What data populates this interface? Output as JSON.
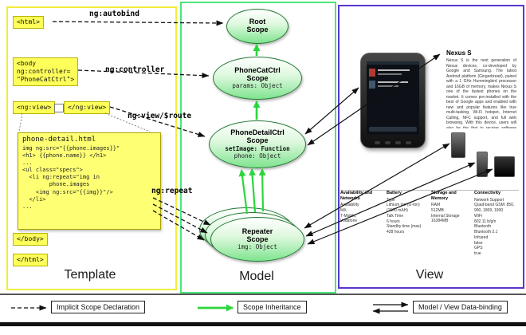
{
  "template": {
    "panel_label": "Template",
    "html_open": "<html>",
    "body_open_lines": [
      "<body",
      "ng:controller=",
      "\"PhoneCatCtrl\">"
    ],
    "ngview_open": "<ng:view>",
    "ngview_close": "</ng:view>",
    "body_close": "</body>",
    "html_close": "</html>",
    "ann_autobind": "ng:autobind",
    "ann_controller": "ng:controller",
    "ann_view_route": "ng:view/$route",
    "ann_repeat": "ng:repeat",
    "code_title": "phone-detail.html",
    "code_lines": [
      "img ng:src=\"{{phone.images}}\"",
      "<h1> {{phone.name}} </h1>",
      "...",
      "<ul class=\"specs\">",
      "  <li ng:repeat=\"img in",
      "        phone.images",
      "    <img ng:src=\"{{img}}\"/>",
      "  </li>",
      "..."
    ]
  },
  "model": {
    "panel_label": "Model",
    "root_title": [
      "Root",
      "Scope"
    ],
    "phonecat_title": [
      "PhoneCatCtrl",
      "Scope"
    ],
    "phonecat_prop": "params: Object",
    "phonedetail_title": [
      "PhoneDetailCtrl",
      "Scope"
    ],
    "phonedetail_prop_bold": "setImage: Function",
    "phonedetail_prop": "phone: Object",
    "repeater_title": [
      "Repeater",
      "Scope"
    ],
    "repeater_prop": "img: Object"
  },
  "view": {
    "panel_label": "View",
    "product_title": "Nexus S",
    "product_desc": "Nexus S is the next generation of Nexus devices, co-developed by Google and Samsung. The latest Android platform (Gingerbread), paired with a 1 GHz Hummingbird processor and 16GB of memory, makes Nexus S one of the fastest phones on the market. It comes pre-installed with the best of Google apps and enabled with new and popular features like true multi-tasking, Wi-Fi hotspot, Internet Calling, NFC support, and full web browsing. With this device, users will also be the first to receive software upgrades and new Google mobile apps as soon as they become available. For more details, visit http://www.google.com/nexus.",
    "specs": {
      "columns": [
        {
          "header": "Availability and Networks",
          "lines": [
            "Availability",
            "M4,",
            "T-Mobile,",
            "Vodafone"
          ]
        },
        {
          "header": "Battery",
          "lines": [
            "Type",
            "Lithium Ion (Li-Ion) (1500 mAH)",
            "Talk Time",
            "6 hours",
            "Standby time (max)",
            "428 hours"
          ]
        },
        {
          "header": "Storage and Memory",
          "lines": [
            "RAM",
            "512MB",
            "Internal Storage",
            "16384MB"
          ]
        },
        {
          "header": "Connectivity",
          "lines": [
            "Network Support",
            "Quad-band GSM: 850, 900, 1800, 1900",
            "WiFi",
            "802.11 b/g/n",
            "Bluetooth",
            "Bluetooth 2.1",
            "Infrared",
            "false",
            "GPS",
            "true"
          ]
        }
      ]
    }
  },
  "legend": {
    "implicit": "Implicit Scope Declaration",
    "inheritance": "Scope Inheritance",
    "binding": "Model / View Data-binding"
  },
  "colors": {
    "template_border": "#f3ec3e",
    "model_border": "#49e57c",
    "view_border": "#5b35cb",
    "code_bg": "#ffff5a",
    "scope_green": "#7fe48f",
    "arrow_green": "#2bd63c"
  }
}
